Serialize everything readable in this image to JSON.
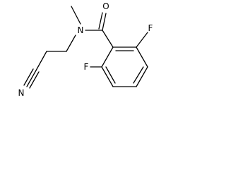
{
  "molecule": {
    "atoms": {
      "oxygen": "O",
      "nitrogen": "N",
      "fluorine_top": "F",
      "fluorine_bottom": "F",
      "nitrile_nitrogen": "N"
    }
  }
}
